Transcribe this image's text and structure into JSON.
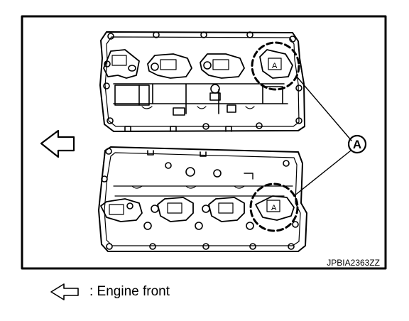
{
  "figure": {
    "reference_code": "JPBIA2363ZZ",
    "callout_label": "A",
    "coil_letter": "A"
  },
  "legend": {
    "icon": "hollow-arrow-left-icon",
    "text": ": Engine front"
  },
  "colors": {
    "line": "#000000",
    "background": "#ffffff"
  }
}
